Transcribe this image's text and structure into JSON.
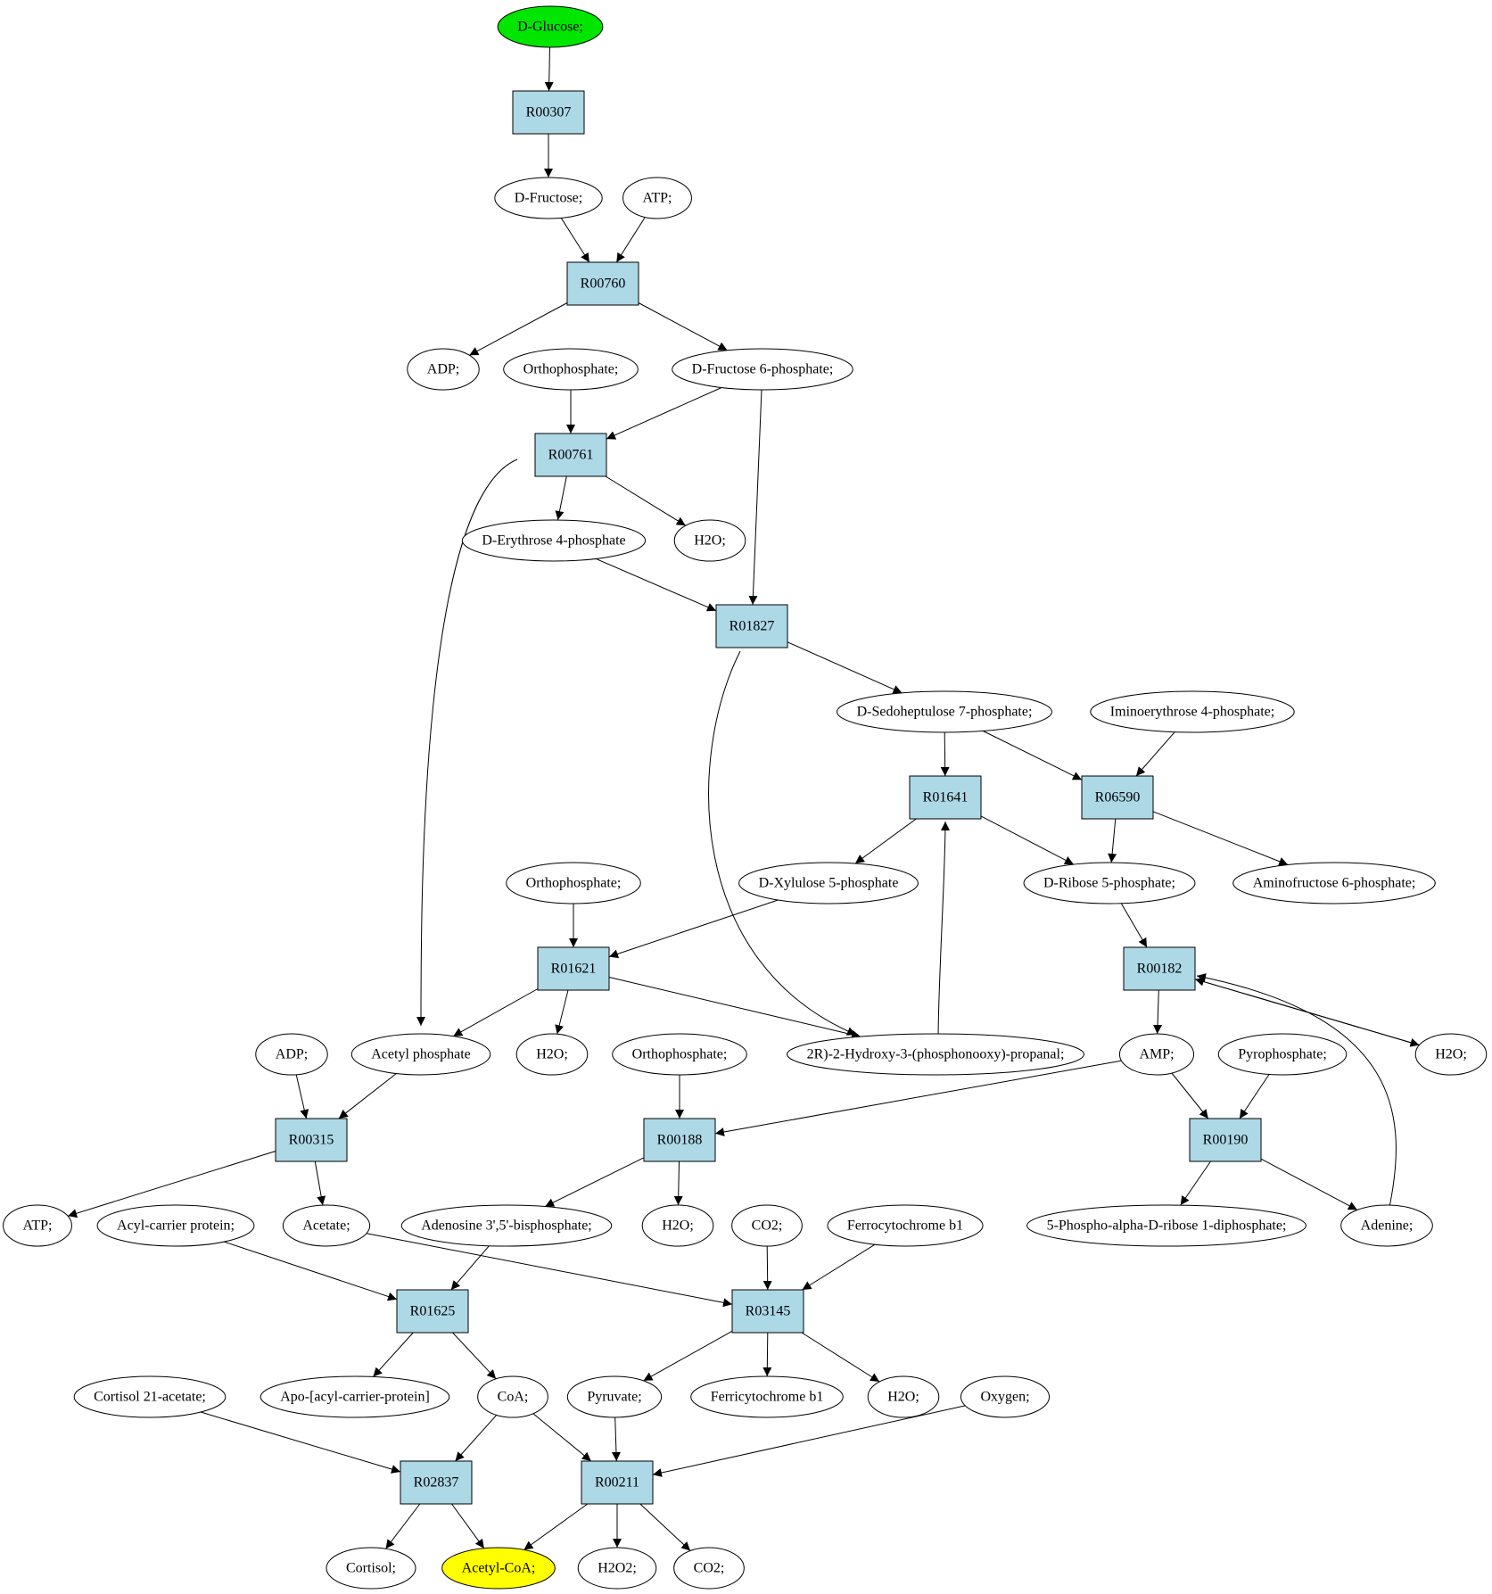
{
  "nodes": [
    {
      "id": "glucose",
      "kind": "metabolite",
      "label": "D-Glucose;",
      "fill": "#00e600"
    },
    {
      "id": "r00307",
      "kind": "reaction",
      "label": "R00307"
    },
    {
      "id": "fructose",
      "kind": "metabolite",
      "label": "D-Fructose;"
    },
    {
      "id": "atp1",
      "kind": "metabolite",
      "label": "ATP;"
    },
    {
      "id": "r00760",
      "kind": "reaction",
      "label": "R00760"
    },
    {
      "id": "adp1",
      "kind": "metabolite",
      "label": "ADP;"
    },
    {
      "id": "ortho1",
      "kind": "metabolite",
      "label": "Orthophosphate;"
    },
    {
      "id": "f6p",
      "kind": "metabolite",
      "label": "D-Fructose 6-phosphate;"
    },
    {
      "id": "r00761",
      "kind": "reaction",
      "label": "R00761"
    },
    {
      "id": "e4p",
      "kind": "metabolite",
      "label": "D-Erythrose 4-phosphate"
    },
    {
      "id": "h2o1",
      "kind": "metabolite",
      "label": "H2O;"
    },
    {
      "id": "r01827",
      "kind": "reaction",
      "label": "R01827"
    },
    {
      "id": "s7p",
      "kind": "metabolite",
      "label": "D-Sedoheptulose 7-phosphate;"
    },
    {
      "id": "imino",
      "kind": "metabolite",
      "label": "Iminoerythrose 4-phosphate;"
    },
    {
      "id": "r01641",
      "kind": "reaction",
      "label": "R01641"
    },
    {
      "id": "r06590",
      "kind": "reaction",
      "label": "R06590"
    },
    {
      "id": "ortho2",
      "kind": "metabolite",
      "label": "Orthophosphate;"
    },
    {
      "id": "x5p",
      "kind": "metabolite",
      "label": "D-Xylulose 5-phosphate"
    },
    {
      "id": "r5p",
      "kind": "metabolite",
      "label": "D-Ribose 5-phosphate;"
    },
    {
      "id": "aminof6p",
      "kind": "metabolite",
      "label": "Aminofructose 6-phosphate;"
    },
    {
      "id": "r01621",
      "kind": "reaction",
      "label": "R01621"
    },
    {
      "id": "r00182",
      "kind": "reaction",
      "label": "R00182"
    },
    {
      "id": "adp2",
      "kind": "metabolite",
      "label": "ADP;"
    },
    {
      "id": "acetylp",
      "kind": "metabolite",
      "label": "Acetyl phosphate"
    },
    {
      "id": "h2o2",
      "kind": "metabolite",
      "label": "H2O;"
    },
    {
      "id": "ortho3",
      "kind": "metabolite",
      "label": "Orthophosphate;"
    },
    {
      "id": "hydroxy",
      "kind": "metabolite",
      "label": "2R)-2-Hydroxy-3-(phosphonooxy)-propanal;"
    },
    {
      "id": "amp",
      "kind": "metabolite",
      "label": "AMP;"
    },
    {
      "id": "pyrophos",
      "kind": "metabolite",
      "label": "Pyrophosphate;"
    },
    {
      "id": "h2o3",
      "kind": "metabolite",
      "label": "H2O;"
    },
    {
      "id": "r00315",
      "kind": "reaction",
      "label": "R00315"
    },
    {
      "id": "r00188",
      "kind": "reaction",
      "label": "R00188"
    },
    {
      "id": "r00190",
      "kind": "reaction",
      "label": "R00190"
    },
    {
      "id": "atp2",
      "kind": "metabolite",
      "label": "ATP;"
    },
    {
      "id": "acp",
      "kind": "metabolite",
      "label": "Acyl-carrier protein;"
    },
    {
      "id": "acetate",
      "kind": "metabolite",
      "label": "Acetate;"
    },
    {
      "id": "adenbis",
      "kind": "metabolite",
      "label": "Adenosine 3',5'-bisphosphate;"
    },
    {
      "id": "h2o4",
      "kind": "metabolite",
      "label": "H2O;"
    },
    {
      "id": "co2a",
      "kind": "metabolite",
      "label": "CO2;"
    },
    {
      "id": "ferro",
      "kind": "metabolite",
      "label": "Ferrocytochrome b1"
    },
    {
      "id": "prpp",
      "kind": "metabolite",
      "label": "5-Phospho-alpha-D-ribose 1-diphosphate;"
    },
    {
      "id": "adenine",
      "kind": "metabolite",
      "label": "Adenine;"
    },
    {
      "id": "r01625",
      "kind": "reaction",
      "label": "R01625"
    },
    {
      "id": "r03145",
      "kind": "reaction",
      "label": "R03145"
    },
    {
      "id": "cortacet",
      "kind": "metabolite",
      "label": "Cortisol 21-acetate;"
    },
    {
      "id": "apoacp",
      "kind": "metabolite",
      "label": "Apo-[acyl-carrier-protein]"
    },
    {
      "id": "coa",
      "kind": "metabolite",
      "label": "CoA;"
    },
    {
      "id": "pyruvate",
      "kind": "metabolite",
      "label": "Pyruvate;"
    },
    {
      "id": "ferri",
      "kind": "metabolite",
      "label": "Ferricytochrome b1"
    },
    {
      "id": "h2o5",
      "kind": "metabolite",
      "label": "H2O;"
    },
    {
      "id": "oxygen",
      "kind": "metabolite",
      "label": "Oxygen;"
    },
    {
      "id": "r02837",
      "kind": "reaction",
      "label": "R02837"
    },
    {
      "id": "r00211",
      "kind": "reaction",
      "label": "R00211"
    },
    {
      "id": "cortisol",
      "kind": "metabolite",
      "label": "Cortisol;"
    },
    {
      "id": "acetylcoa",
      "kind": "metabolite",
      "label": "Acetyl-CoA;",
      "fill": "#ffff00"
    },
    {
      "id": "h2o2b",
      "kind": "metabolite",
      "label": "H2O2;"
    },
    {
      "id": "co2b",
      "kind": "metabolite",
      "label": "CO2;"
    }
  ],
  "edges": [
    [
      "glucose",
      "r00307"
    ],
    [
      "r00307",
      "fructose"
    ],
    [
      "fructose",
      "r00760"
    ],
    [
      "atp1",
      "r00760"
    ],
    [
      "r00760",
      "adp1"
    ],
    [
      "r00760",
      "f6p"
    ],
    [
      "ortho1",
      "r00761"
    ],
    [
      "f6p",
      "r00761"
    ],
    [
      "f6p",
      "r01827"
    ],
    [
      "r00761",
      "e4p"
    ],
    [
      "r00761",
      "h2o1"
    ],
    [
      "r00761",
      "acetylp"
    ],
    [
      "e4p",
      "r01827"
    ],
    [
      "r01827",
      "s7p"
    ],
    [
      "r01827",
      "hydroxy"
    ],
    [
      "s7p",
      "r01641"
    ],
    [
      "s7p",
      "r06590"
    ],
    [
      "imino",
      "r06590"
    ],
    [
      "r01641",
      "x5p"
    ],
    [
      "r01641",
      "r5p"
    ],
    [
      "r06590",
      "r5p"
    ],
    [
      "r06590",
      "aminof6p"
    ],
    [
      "hydroxy",
      "r01641"
    ],
    [
      "ortho2",
      "r01621"
    ],
    [
      "x5p",
      "r01621"
    ],
    [
      "r01621",
      "acetylp"
    ],
    [
      "r01621",
      "h2o2"
    ],
    [
      "r01621",
      "hydroxy"
    ],
    [
      "r5p",
      "r00182"
    ],
    [
      "r00182",
      "amp"
    ],
    [
      "r00182",
      "h2o3"
    ],
    [
      "adenine",
      "r00182"
    ],
    [
      "h2o3",
      "r00182"
    ],
    [
      "adp2",
      "r00315"
    ],
    [
      "acetylp",
      "r00315"
    ],
    [
      "r00315",
      "atp2"
    ],
    [
      "r00315",
      "acetate"
    ],
    [
      "ortho3",
      "r00188"
    ],
    [
      "amp",
      "r00188"
    ],
    [
      "r00188",
      "adenbis"
    ],
    [
      "r00188",
      "h2o4"
    ],
    [
      "amp",
      "r00190"
    ],
    [
      "pyrophos",
      "r00190"
    ],
    [
      "r00190",
      "prpp"
    ],
    [
      "r00190",
      "adenine"
    ],
    [
      "acp",
      "r01625"
    ],
    [
      "adenbis",
      "r01625"
    ],
    [
      "r01625",
      "apoacp"
    ],
    [
      "r01625",
      "coa"
    ],
    [
      "acetate",
      "r03145"
    ],
    [
      "co2a",
      "r03145"
    ],
    [
      "ferro",
      "r03145"
    ],
    [
      "r03145",
      "pyruvate"
    ],
    [
      "r03145",
      "ferri"
    ],
    [
      "r03145",
      "h2o5"
    ],
    [
      "cortacet",
      "r02837"
    ],
    [
      "coa",
      "r02837"
    ],
    [
      "coa",
      "r00211"
    ],
    [
      "pyruvate",
      "r00211"
    ],
    [
      "oxygen",
      "r00211"
    ],
    [
      "r02837",
      "cortisol"
    ],
    [
      "r02837",
      "acetylcoa"
    ],
    [
      "r00211",
      "acetylcoa"
    ],
    [
      "r00211",
      "h2o2b"
    ],
    [
      "r00211",
      "co2b"
    ]
  ]
}
